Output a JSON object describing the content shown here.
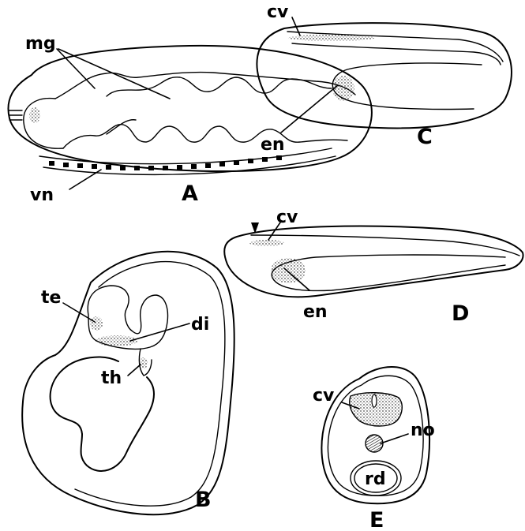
{
  "panels": {
    "A": {
      "letter": "A",
      "labels": {
        "mg": "mg",
        "vn": "vn"
      }
    },
    "B": {
      "letter": "B",
      "labels": {
        "te": "te",
        "di": "di",
        "th": "th"
      }
    },
    "C": {
      "letter": "C",
      "labels": {
        "cv": "cv",
        "en": "en"
      }
    },
    "D": {
      "letter": "D",
      "labels": {
        "cv": "cv",
        "en": "en"
      }
    },
    "E": {
      "letter": "E",
      "labels": {
        "cv": "cv",
        "no": "no",
        "rd": "rd"
      }
    }
  }
}
